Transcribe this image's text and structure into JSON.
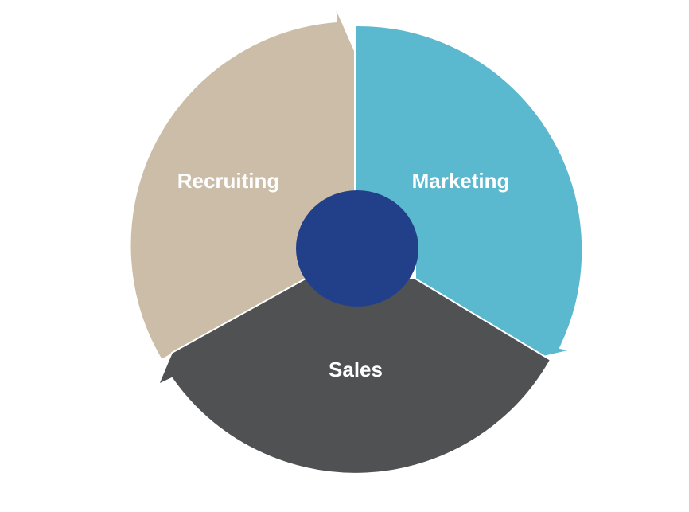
{
  "diagram": {
    "type": "cycle",
    "segments": [
      {
        "id": "recruiting",
        "label": "Recruiting",
        "color": "#cbbda7"
      },
      {
        "id": "marketing",
        "label": "Marketing",
        "color": "#5ab9cf"
      },
      {
        "id": "sales",
        "label": "Sales",
        "color": "#505153"
      }
    ],
    "hub": {
      "color": "#22408a",
      "label": ""
    }
  }
}
